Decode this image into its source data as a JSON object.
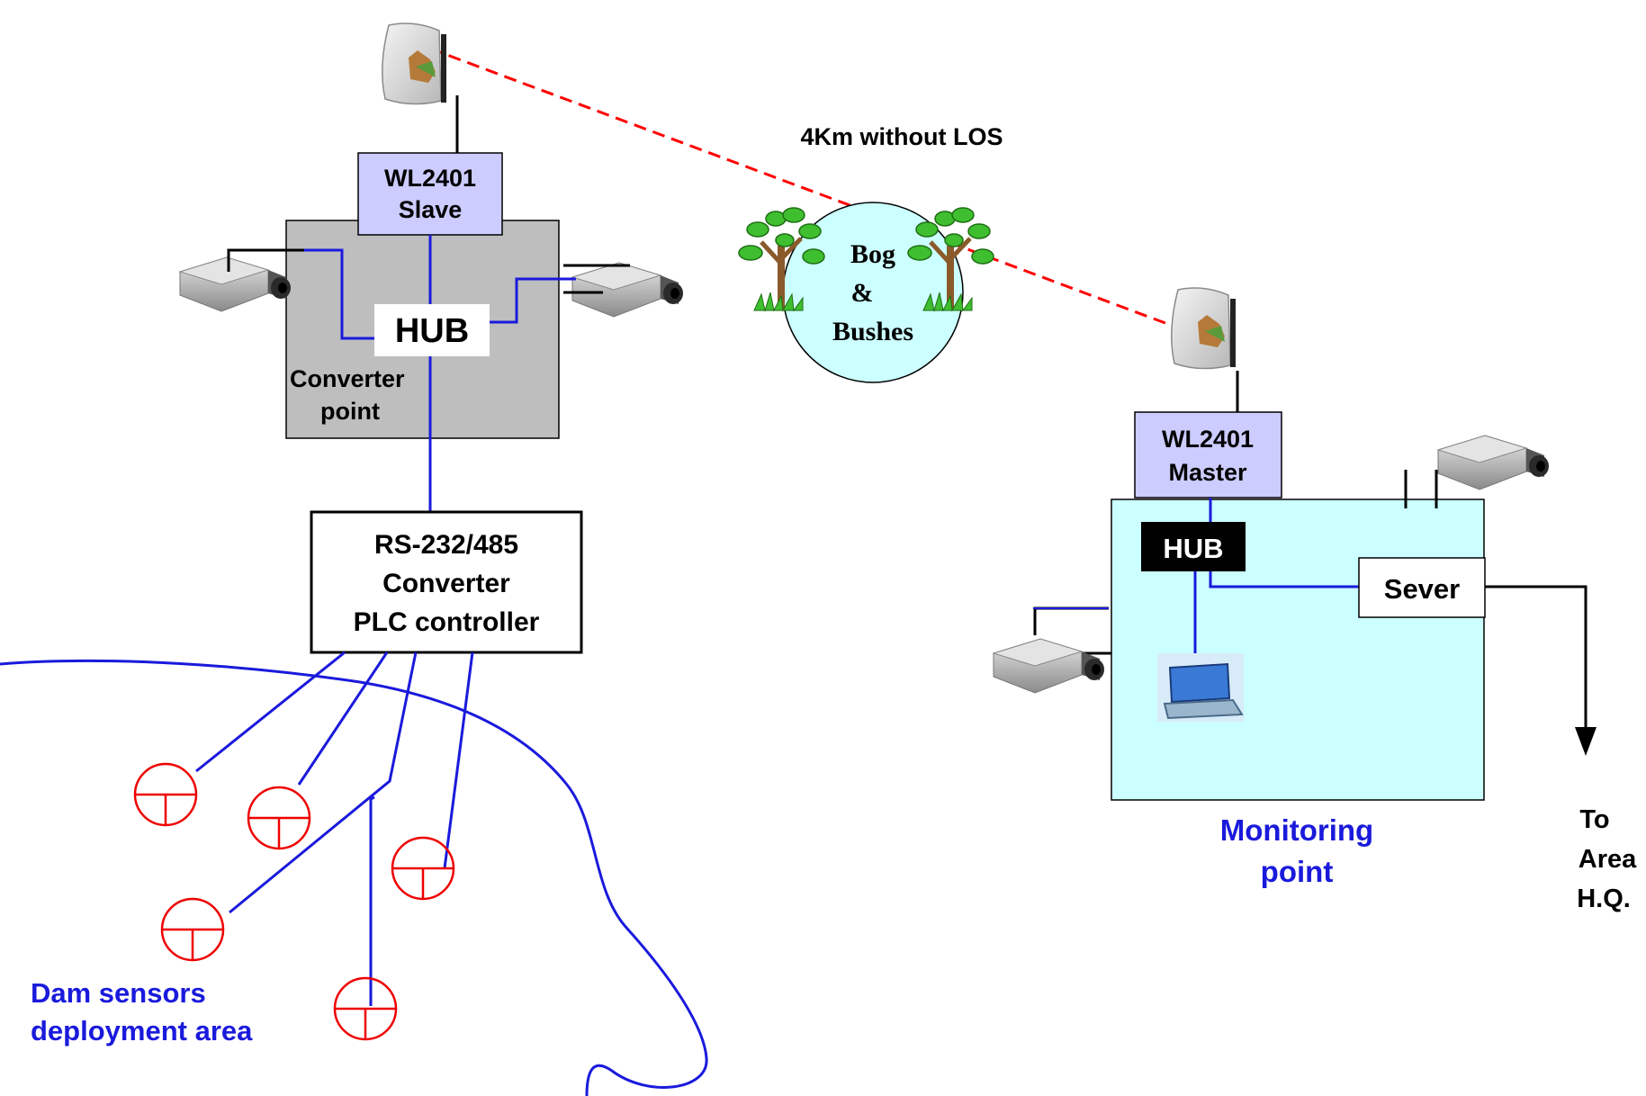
{
  "link": {
    "label": "4Km without LOS"
  },
  "slave_radio": {
    "line1": "WL2401",
    "line2": "Slave"
  },
  "master_radio": {
    "line1": "WL2401",
    "line2": "Master"
  },
  "converter_point": {
    "hub": "HUB",
    "line1": "Converter",
    "line2": "point"
  },
  "plc": {
    "line1": "RS-232/485",
    "line2": "Converter",
    "line3": "PLC controller"
  },
  "obstacle": {
    "line1": "Bog",
    "line2": "&",
    "line3": "Bushes"
  },
  "monitoring": {
    "hub": "HUB",
    "server": "Sever",
    "line1": "Monitoring",
    "line2": "point"
  },
  "destination": {
    "line1": "To",
    "line2": "Area",
    "line3": "H.Q."
  },
  "sensors_area": {
    "line1": "Dam sensors",
    "line2": "deployment area"
  },
  "colors": {
    "cable": "#1a1adc",
    "wireless_link": "#ff0000",
    "sensor": "#ee0000",
    "radio_box": "#ccccff",
    "converter_box": "#bebebe",
    "monitoring_box": "#ccffff",
    "obstacle_circle": "#ccffff",
    "area_text": "#1a1adc"
  }
}
